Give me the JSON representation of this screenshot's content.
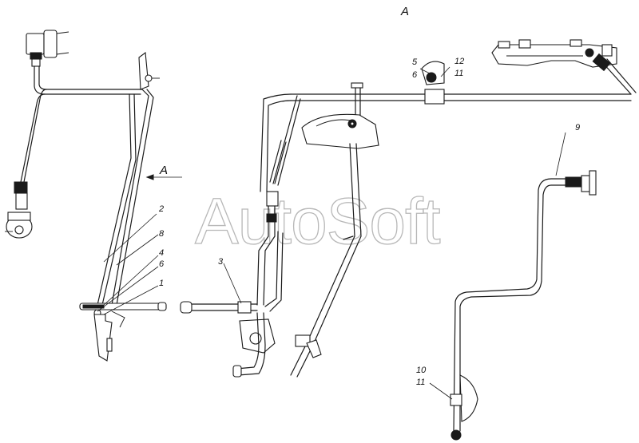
{
  "view_label": "A",
  "arrow_label": "A",
  "watermark": "AutoSoft",
  "callouts": {
    "c1": "1",
    "c2": "2",
    "c3": "3",
    "c4": "4",
    "c5": "5",
    "c6a": "6",
    "c6b": "6",
    "c8": "8",
    "c9": "9",
    "c10": "10",
    "c11a": "11",
    "c11b": "11",
    "c12": "12"
  }
}
